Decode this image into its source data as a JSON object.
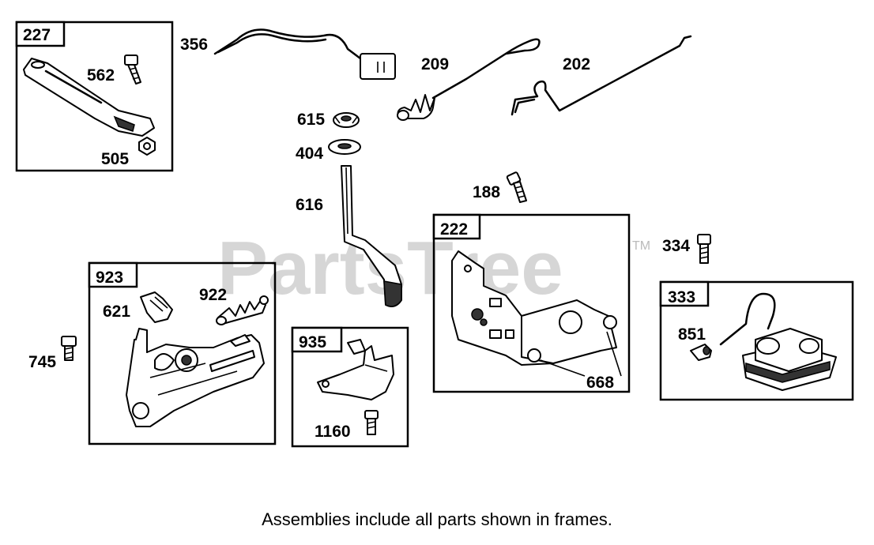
{
  "watermark": {
    "text": "PartsTree",
    "mark": "TM"
  },
  "caption": "Assemblies include all parts shown in frames.",
  "frames": {
    "f227": "227",
    "f923": "923",
    "f935": "935",
    "f222": "222",
    "f333": "333"
  },
  "parts": {
    "p356": "356",
    "p209": "209",
    "p202": "202",
    "p562": "562",
    "p505": "505",
    "p615": "615",
    "p404": "404",
    "p616": "616",
    "p188": "188",
    "p334": "334",
    "p922": "922",
    "p621": "621",
    "p745": "745",
    "p1160": "1160",
    "p668": "668",
    "p851": "851"
  }
}
